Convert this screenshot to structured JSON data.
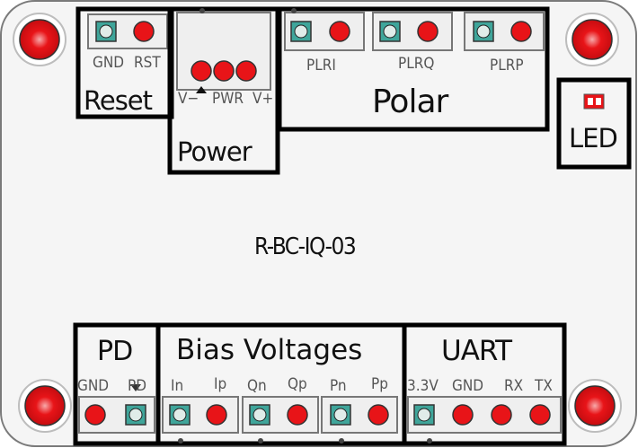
{
  "board": {
    "name": "R-BC-IQ-03",
    "background": "#f4f4f4",
    "outline": "#777777",
    "pad_color": "#e81418",
    "square_pad_color": "#3fa59a"
  },
  "groups": {
    "reset": {
      "title": "Reset",
      "pins": [
        "GND",
        "RST"
      ]
    },
    "power": {
      "title": "Power",
      "pins": [
        "V−",
        "PWR",
        "V+"
      ]
    },
    "polar": {
      "title": "Polar",
      "pins": [
        "PLRI",
        "PLRQ",
        "PLRP"
      ]
    },
    "led": {
      "title": "LED"
    },
    "pd": {
      "title": "PD",
      "pins": [
        "GND",
        "PD"
      ]
    },
    "bias": {
      "title": "Bias Voltages",
      "pins": [
        "In",
        "Ip",
        "Qn",
        "Qp",
        "Pn",
        "Pp"
      ]
    },
    "uart": {
      "title": "UART",
      "pins": [
        "3.3V",
        "GND",
        "RX",
        "TX"
      ]
    }
  }
}
